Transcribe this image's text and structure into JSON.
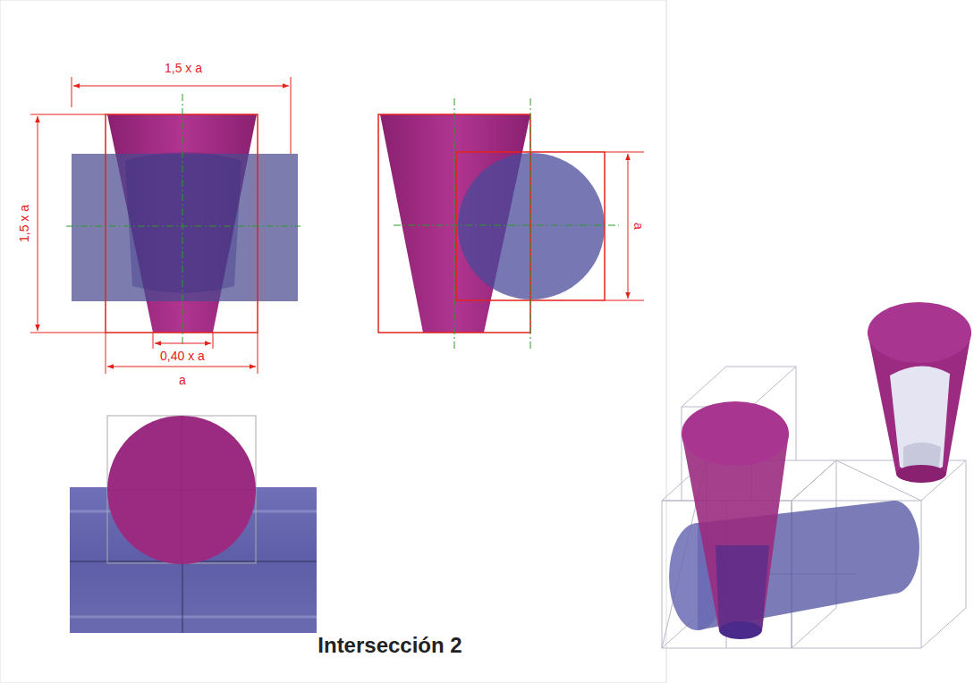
{
  "diagram": {
    "title": "Intersección 2",
    "labels": [
      "1,5 x a",
      "1,5 x a",
      "0,40 x a",
      "a",
      "a"
    ]
  }
}
